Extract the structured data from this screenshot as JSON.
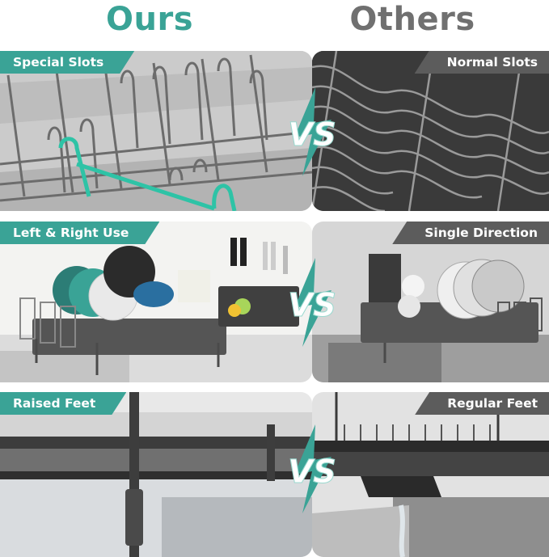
{
  "headers": {
    "ours": "Ours",
    "others": "Others"
  },
  "colors": {
    "accent": "#3aa396",
    "muted": "#707070",
    "tag_dark": "#5c5c5c",
    "vs_text": "#ffffff",
    "bolt": "#3aa396"
  },
  "rows": [
    {
      "left_label": "Special Slots",
      "right_label": "Normal Slots",
      "vs": "VS"
    },
    {
      "left_label": "Left & Right Use",
      "right_label": "Single Direction",
      "vs": "VS"
    },
    {
      "left_label": "Raised Feet",
      "right_label": "Regular Feet",
      "vs": "VS"
    }
  ]
}
